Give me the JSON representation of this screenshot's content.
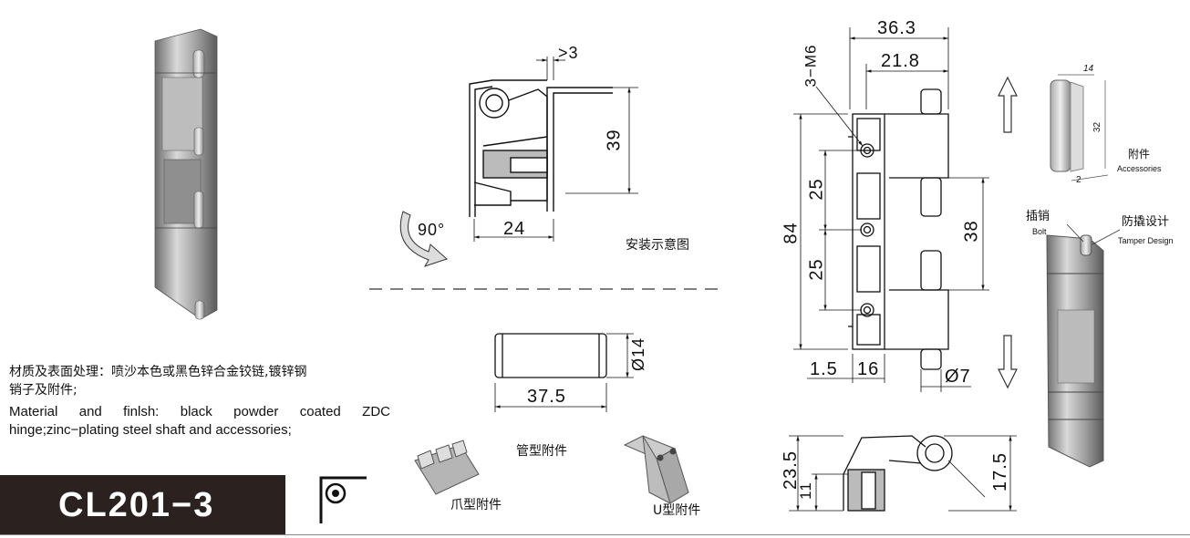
{
  "material": {
    "cn_line1": "材质及表面处理：喷沙本色或黑色锌合金铰链,镀锌钢",
    "cn_line2": "销子及附件;",
    "en_line1": "Material and finlsh: black powder coated ZDC",
    "en_line2": "hinge;zinc−plating steel shaft and accessories;"
  },
  "model": "CL201−3",
  "install": {
    "caption": "安装示意图",
    "gap": ">3",
    "height": "39",
    "width": "24",
    "rotation": "90°"
  },
  "tube": {
    "diameter": "Ø14",
    "length": "37.5",
    "caption": "管型附件"
  },
  "claw_caption": "爪型附件",
  "u_caption": "U型附件",
  "front": {
    "width_total": "36.3",
    "width_inner": "21.8",
    "holes": "3−M6",
    "height_total": "84",
    "pitch_top": "25",
    "pitch_bottom": "25",
    "pin_span": "38",
    "offset_small": "1.5",
    "offset_16": "16",
    "pin_dia": "Ø7"
  },
  "side": {
    "h_total": "23.5",
    "h_small": "11",
    "h_right": "17.5"
  },
  "accessories": {
    "cn": "附件",
    "en": "Accessories",
    "w": "14",
    "h": "32",
    "t": "2"
  },
  "bolt": {
    "cn": "插销",
    "en": "Bolt"
  },
  "tamper": {
    "cn": "防撬设计",
    "en": "Tamper Design"
  }
}
